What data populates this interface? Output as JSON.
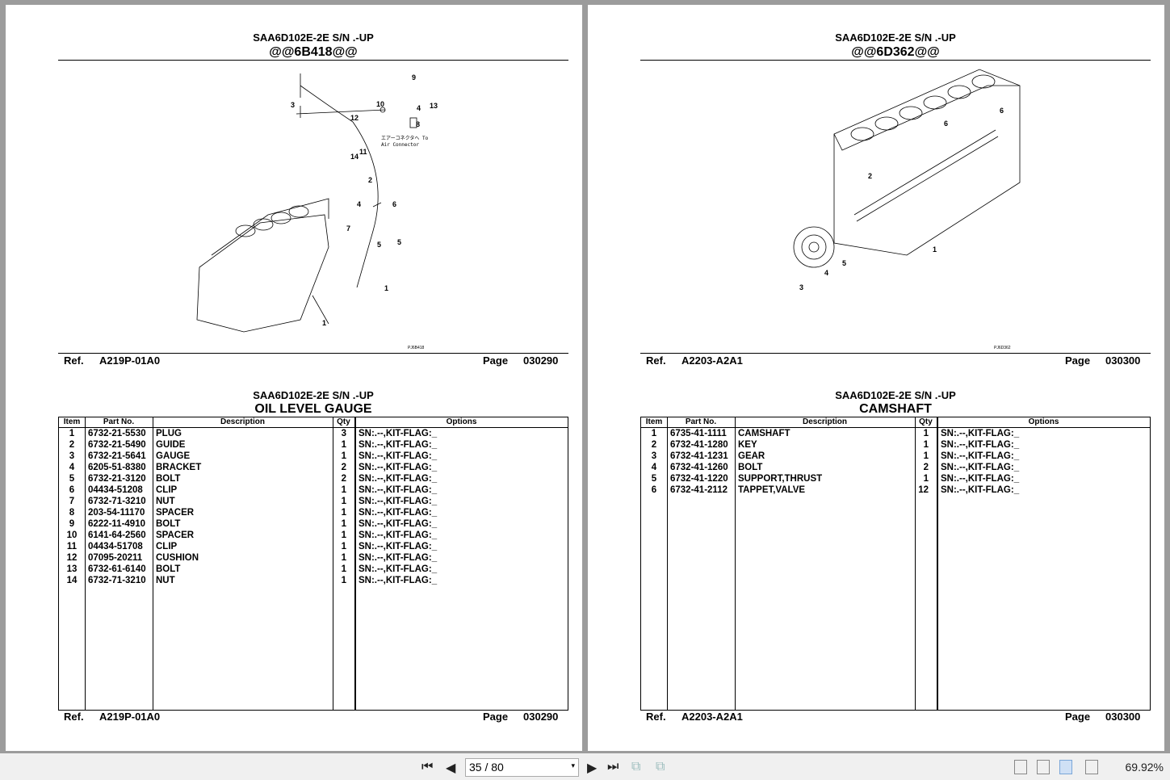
{
  "pages": [
    {
      "model": "SAA6D102E-2E S/N .-UP",
      "code": "@@6B418@@",
      "ref_label": "Ref.",
      "ref": "A219P-01A0",
      "page_label": "Page",
      "page": "030290",
      "title": "OIL LEVEL GAUGE",
      "diagram_note": "エアーコネクタへ To Air Connector",
      "diagram_id": "PJ6B418",
      "callouts": [
        "9",
        "3",
        "10",
        "4",
        "13",
        "12",
        "8",
        "11",
        "14",
        "2",
        "4",
        "6",
        "5",
        "7",
        "5",
        "1",
        "1"
      ],
      "rows": [
        [
          "1",
          "6732-21-5530",
          "PLUG",
          "3"
        ],
        [
          "2",
          "6732-21-5490",
          "GUIDE",
          "1"
        ],
        [
          "3",
          "6732-21-5641",
          "GAUGE",
          "1"
        ],
        [
          "4",
          "6205-51-8380",
          "BRACKET",
          "2"
        ],
        [
          "5",
          "6732-21-3120",
          "BOLT",
          "2"
        ],
        [
          "6",
          "04434-51208",
          "CLIP",
          "1"
        ],
        [
          "7",
          "6732-71-3210",
          "NUT",
          "1"
        ],
        [
          "8",
          "203-54-11170",
          "SPACER",
          "1"
        ],
        [
          "9",
          "6222-11-4910",
          "BOLT",
          "1"
        ],
        [
          "10",
          "6141-64-2560",
          "SPACER",
          "1"
        ],
        [
          "11",
          "04434-51708",
          "CLIP",
          "1"
        ],
        [
          "12",
          "07095-20211",
          "CUSHION",
          "1"
        ],
        [
          "13",
          "6732-61-6140",
          "BOLT",
          "1"
        ],
        [
          "14",
          "6732-71-3210",
          "NUT",
          "1"
        ]
      ]
    },
    {
      "model": "SAA6D102E-2E S/N .-UP",
      "code": "@@6D362@@",
      "ref_label": "Ref.",
      "ref": "A2203-A2A1",
      "page_label": "Page",
      "page": "030300",
      "title": "CAMSHAFT",
      "diagram_id": "PJ6D362",
      "callouts": [
        "6",
        "6",
        "2",
        "1",
        "3",
        "4",
        "5"
      ],
      "rows": [
        [
          "1",
          "6735-41-1111",
          "CAMSHAFT",
          "1"
        ],
        [
          "2",
          "6732-41-1280",
          "KEY",
          "1"
        ],
        [
          "3",
          "6732-41-1231",
          "GEAR",
          "1"
        ],
        [
          "4",
          "6732-41-1260",
          "BOLT",
          "2"
        ],
        [
          "5",
          "6732-41-1220",
          "SUPPORT,THRUST",
          "1"
        ],
        [
          "6",
          "6732-41-2112",
          "TAPPET,VALVE",
          "12"
        ]
      ]
    }
  ],
  "table_headers": {
    "item": "Item",
    "part": "Part No.",
    "desc": "Description",
    "qty": "Qty",
    "options": "Options"
  },
  "options_value": "SN:.--,KIT-FLAG:_",
  "toolbar": {
    "page_value": "35 / 80",
    "zoom": "69.92%"
  }
}
